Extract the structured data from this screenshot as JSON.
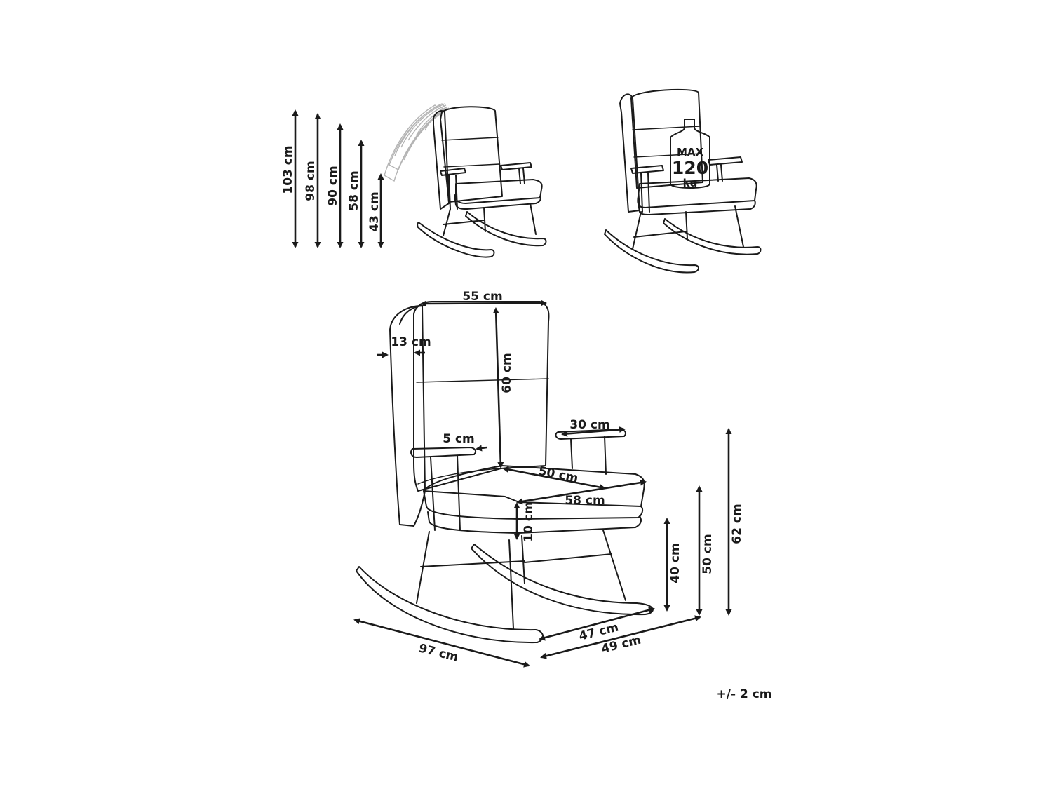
{
  "heights": {
    "h1": "103 cm",
    "h2": "98 cm",
    "h3": "90 cm",
    "h4": "58 cm",
    "h5": "43 cm"
  },
  "weight_badge": {
    "max": "MAX",
    "value": "120",
    "unit": "kg"
  },
  "dimensions": {
    "back_width": "55 cm",
    "back_depth": "13 cm",
    "back_height": "60 cm",
    "armrest_length": "30 cm",
    "armrest_width": "5 cm",
    "seat_depth": "50 cm",
    "seat_width": "58 cm",
    "seat_thickness": "10 cm",
    "seat_height": "40 cm",
    "cushion_top_height": "50 cm",
    "armrest_height": "62 cm",
    "frame_width": "47 cm",
    "overall_width": "49 cm",
    "overall_length": "97 cm"
  },
  "tolerance": "+/- 2 cm"
}
